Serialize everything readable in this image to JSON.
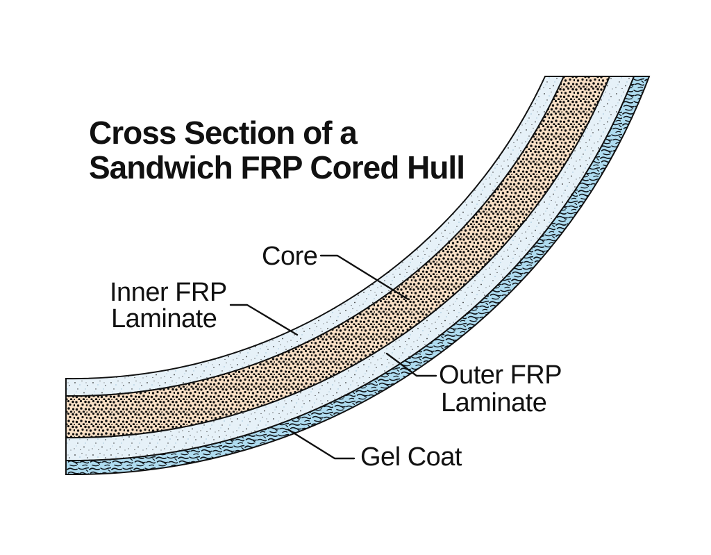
{
  "title": {
    "line1": "Cross Section of a",
    "line2": "Sandwich FRP Cored Hull"
  },
  "labels": {
    "core": "Core",
    "inner_frp_line1": "Inner FRP",
    "inner_frp_line2": "Laminate",
    "outer_frp_line1": "Outer FRP",
    "outer_frp_line2": "Laminate",
    "gel_coat": "Gel Coat"
  },
  "layers_order_inner_to_outer": [
    "Inner FRP Laminate",
    "Core",
    "Outer FRP Laminate",
    "Gel Coat"
  ],
  "colors": {
    "background": "#FFFFFF",
    "core_fill": "#F8DFC5",
    "laminate_fill": "#E6F1F8",
    "gel_fill": "#AFDCF0",
    "line": "#111111",
    "text": "#111111"
  }
}
